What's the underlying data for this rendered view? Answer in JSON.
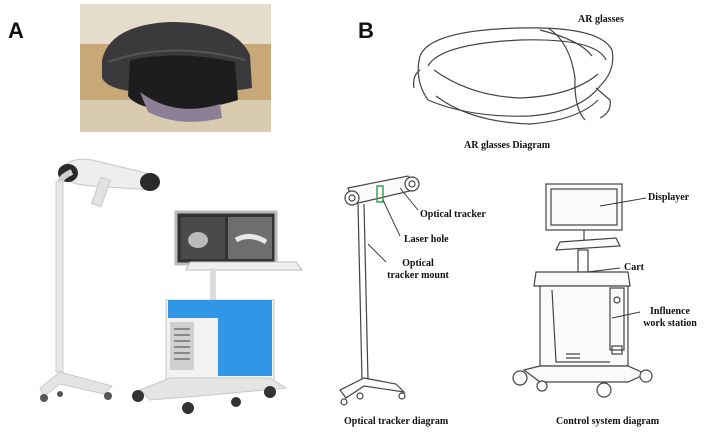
{
  "panels": {
    "a": "A",
    "b": "B"
  },
  "labels": {
    "ar_glasses": "AR glasses",
    "ar_glasses_diagram": "AR glasses Diagram",
    "optical_tracker": "Optical tracker",
    "laser_hole": "Laser hole",
    "tracker_mount_1": "Optical",
    "tracker_mount_2": "tracker mount",
    "optical_tracker_diagram": "Optical tracker  diagram",
    "displayer": "Displayer",
    "cart": "Cart",
    "influence_1": "Influence",
    "influence_2": "work station",
    "control_system_diagram": "Control system diagram"
  },
  "colors": {
    "cart_blue": "#2f97e6",
    "photo_bg": "#c8a877",
    "line": "#444444"
  }
}
